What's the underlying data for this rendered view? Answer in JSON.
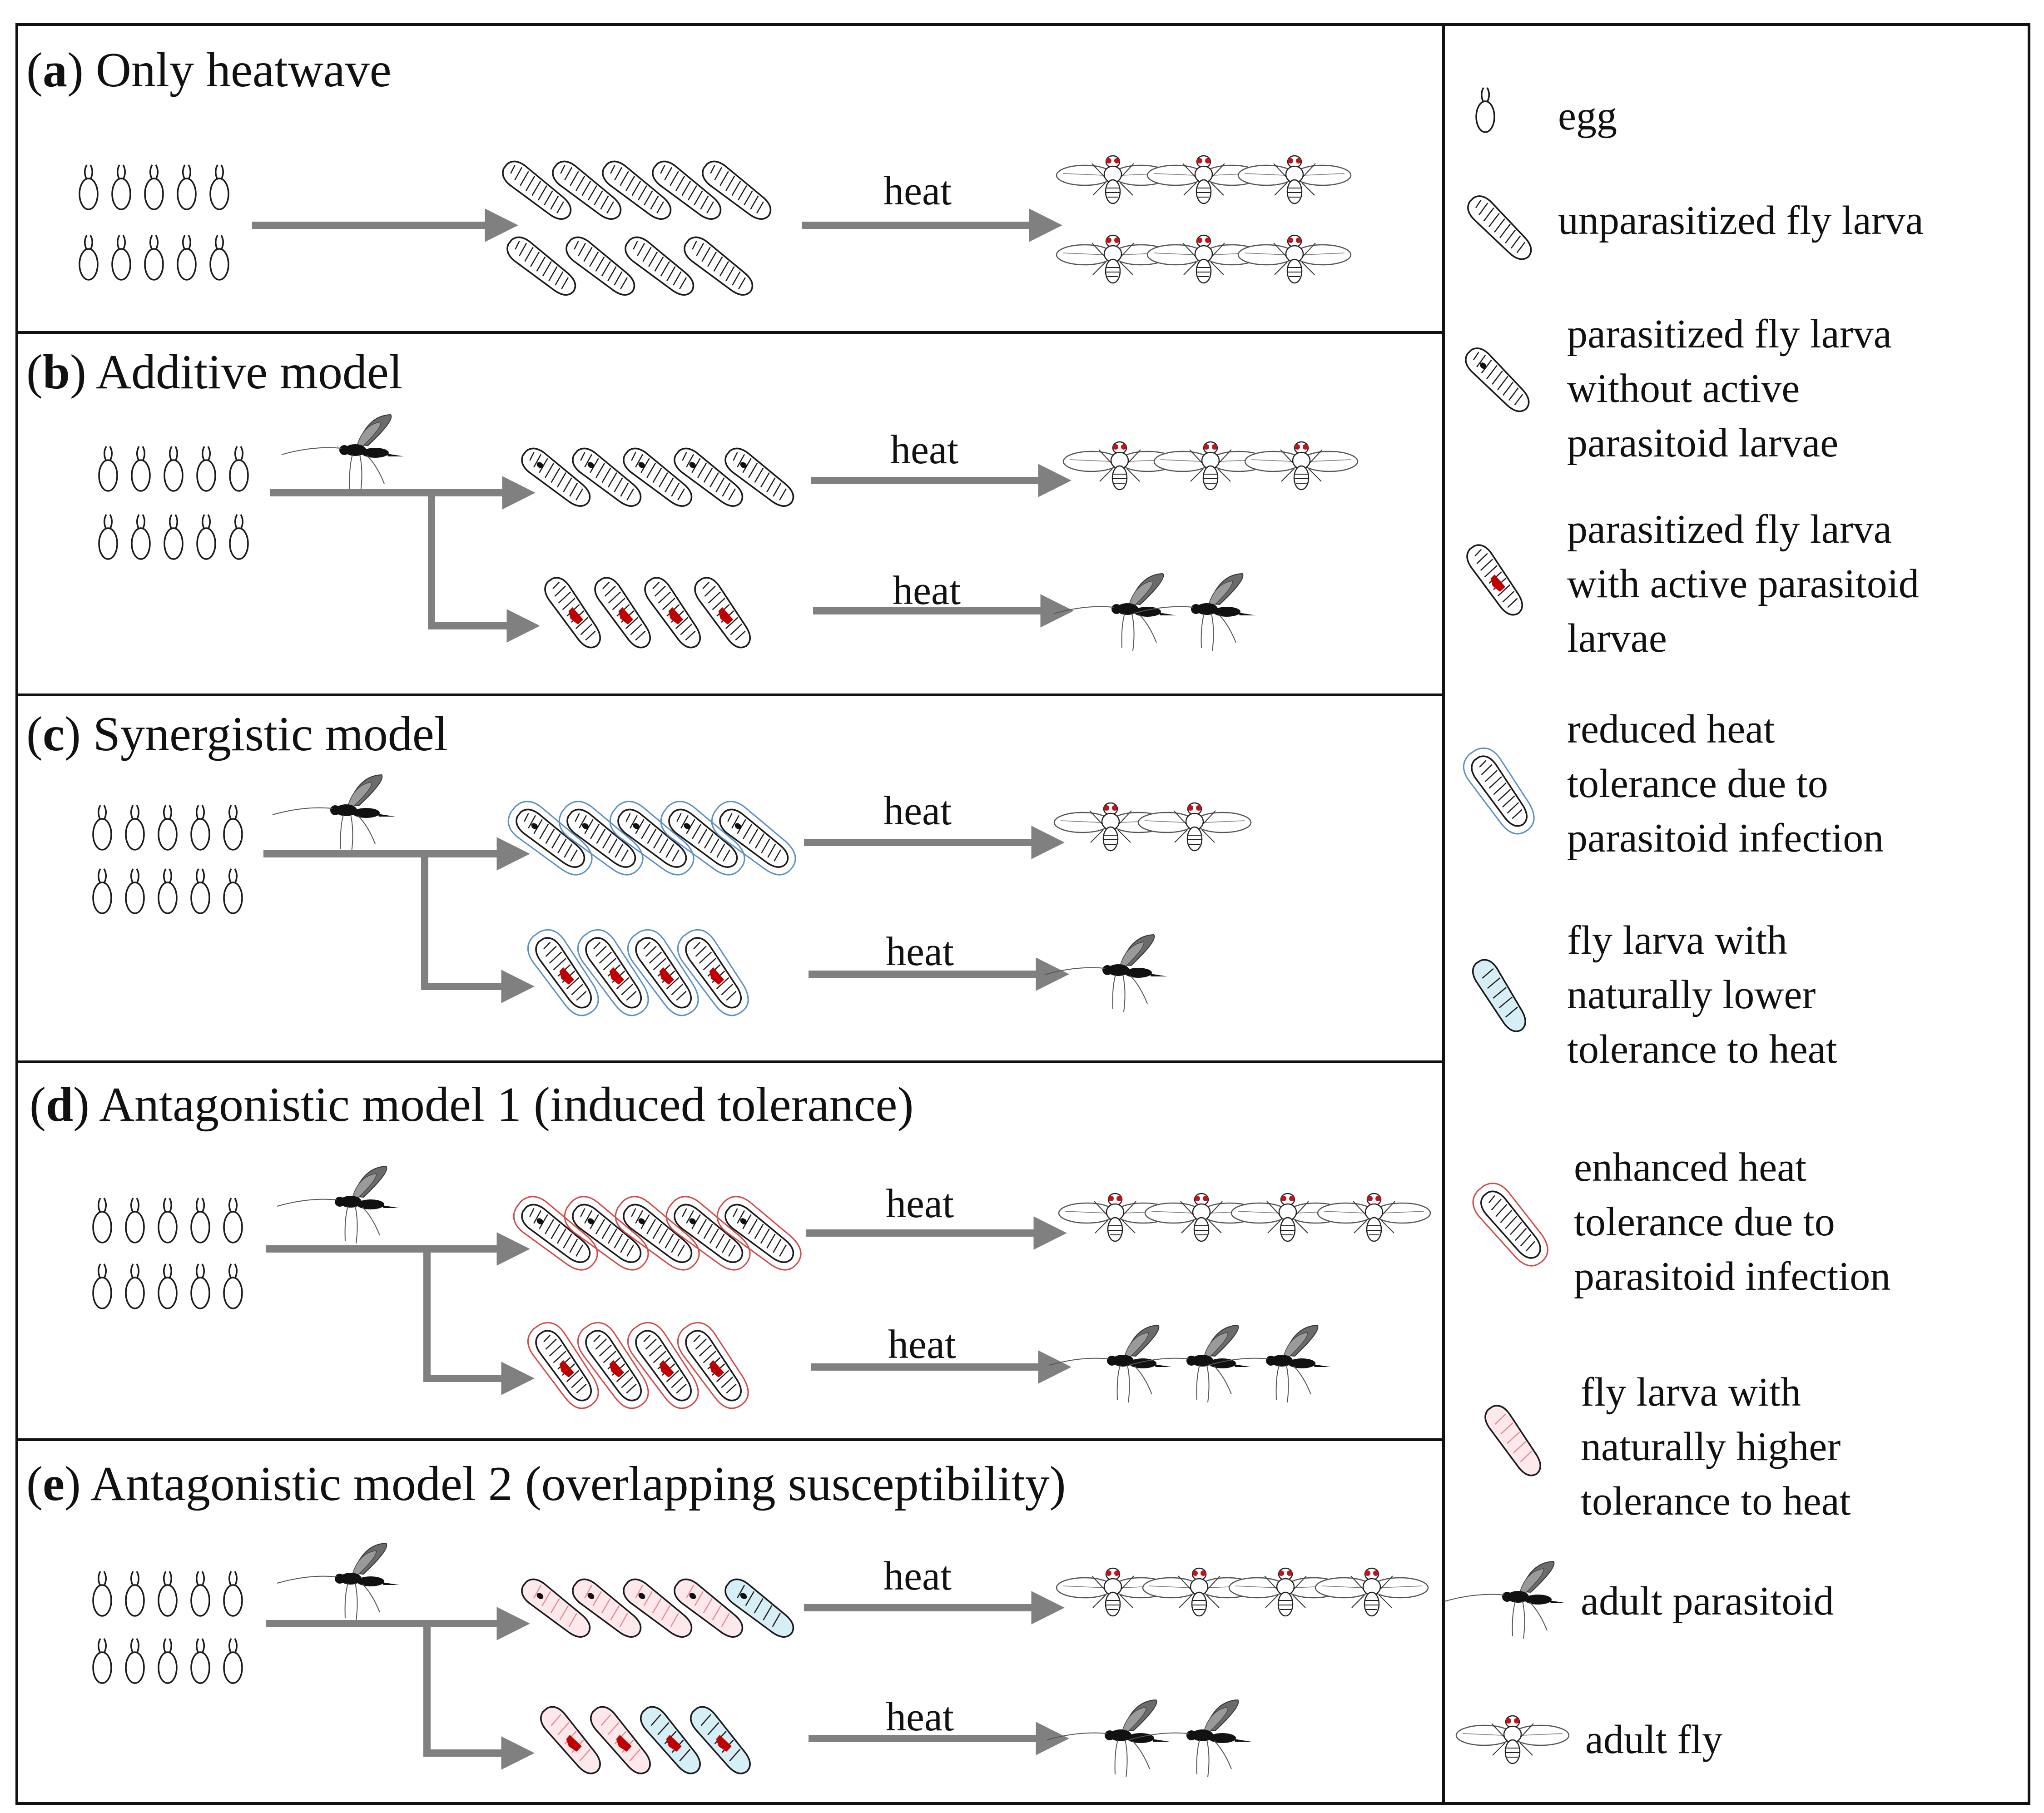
{
  "panels": [
    {
      "letter": "a",
      "title": "Only heatwave",
      "arrow_label": "heat"
    },
    {
      "letter": "b",
      "title": "Additive model",
      "arrow_label_top": "heat",
      "arrow_label_bottom": "heat"
    },
    {
      "letter": "c",
      "title": "Synergistic model",
      "arrow_label_top": "heat",
      "arrow_label_bottom": "heat"
    },
    {
      "letter": "d",
      "title": "Antagonistic model 1 (induced tolerance)",
      "arrow_label_top": "heat",
      "arrow_label_bottom": "heat"
    },
    {
      "letter": "e",
      "title": "Antagonistic model 2 (overlapping susceptibility)",
      "arrow_label_top": "heat",
      "arrow_label_bottom": "heat"
    }
  ],
  "legend": [
    {
      "icon": "egg-icon",
      "lines": [
        "egg"
      ]
    },
    {
      "icon": "unparasitized-larva-icon",
      "lines": [
        "unparasitized fly larva"
      ]
    },
    {
      "icon": "parasitized-inactive-larva-icon",
      "lines": [
        "parasitized fly larva",
        "without active",
        "parasitoid larvae"
      ]
    },
    {
      "icon": "parasitized-active-larva-icon",
      "lines": [
        "parasitized fly larva",
        "with active parasitoid",
        "larvae"
      ]
    },
    {
      "icon": "reduced-tolerance-larva-icon",
      "lines": [
        "reduced heat",
        "tolerance due to",
        "parasitoid infection"
      ]
    },
    {
      "icon": "low-tolerance-larva-icon",
      "lines": [
        "fly larva with",
        "naturally lower",
        "tolerance to heat"
      ]
    },
    {
      "icon": "enhanced-tolerance-larva-icon",
      "lines": [
        "enhanced heat",
        "tolerance due to",
        "parasitoid infection"
      ]
    },
    {
      "icon": "high-tolerance-larva-icon",
      "lines": [
        "fly larva with",
        "naturally higher",
        "tolerance to heat"
      ]
    },
    {
      "icon": "adult-parasitoid-icon",
      "lines": [
        "adult parasitoid"
      ]
    },
    {
      "icon": "adult-fly-icon",
      "lines": [
        "adult fly"
      ]
    }
  ],
  "colors": {
    "arrow": "#808080",
    "outline": "#1a1a1a",
    "parasite_red": "#c00000",
    "reduced_outline": "#5b8fc7",
    "enhanced_outline": "#d24a4a",
    "low_fill": "#d6eef5",
    "high_fill": "#f9d9dc",
    "fly_eye": "#c0141a"
  }
}
